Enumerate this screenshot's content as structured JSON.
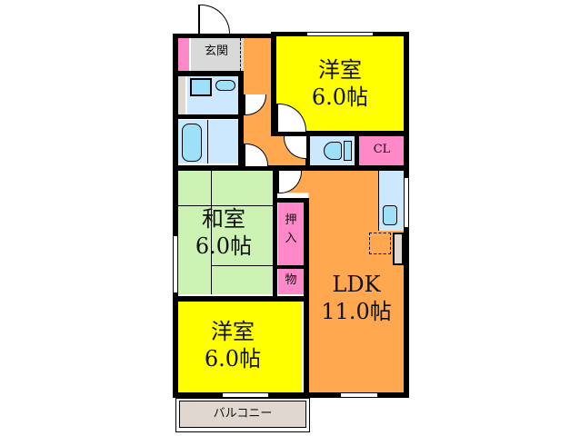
{
  "floorplan": {
    "rooms": {
      "entrance": {
        "label": "玄関",
        "color": "#d9d9d9"
      },
      "western_room_top": {
        "name": "洋室",
        "size": "6.0帖",
        "color": "#ffff00"
      },
      "closet_cl": {
        "label": "CL",
        "color": "#ff88c8"
      },
      "japanese_room": {
        "name": "和室",
        "size": "6.0帖",
        "color": "#ccf2b4"
      },
      "oshiire": {
        "label_line1": "押",
        "label_line2": "入",
        "color": "#ff88c8"
      },
      "storage": {
        "label": "物",
        "color": "#ff88c8"
      },
      "ldk": {
        "name": "LDK",
        "size": "11.0帖",
        "color": "#ffa850"
      },
      "western_room_bottom": {
        "name": "洋室",
        "size": "6.0帖",
        "color": "#ffff00"
      },
      "balcony": {
        "label": "バルコニー",
        "color": "#e0d8d0"
      },
      "hallway": {
        "color": "#ffa850"
      },
      "bathroom": {
        "color": "#cce8ff"
      },
      "washroom": {
        "color": "#cce8ff"
      },
      "toilet": {
        "color": "#cce8ff"
      },
      "kitchen": {
        "color": "#cce8ff"
      }
    }
  }
}
